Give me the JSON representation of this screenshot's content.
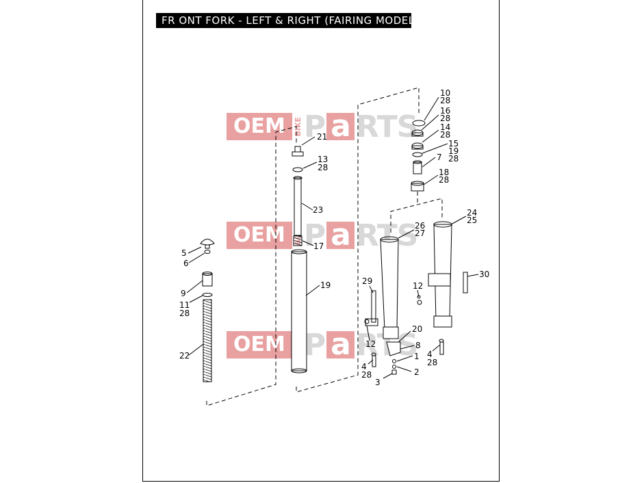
{
  "title": "FR ONT FORK - LEFT & RIGHT (FAIRING MODELS)",
  "watermark": {
    "oem": "OEM",
    "bike": "BIKE",
    "p": "P",
    "a": "a",
    "rts": "RTS"
  },
  "callouts": [
    {
      "id": "c21",
      "lines": [
        "21"
      ]
    },
    {
      "id": "c13",
      "lines": [
        "13",
        "28"
      ]
    },
    {
      "id": "c23",
      "lines": [
        "23"
      ]
    },
    {
      "id": "c17",
      "lines": [
        "17"
      ]
    },
    {
      "id": "c19",
      "lines": [
        "19"
      ]
    },
    {
      "id": "c5",
      "lines": [
        "5"
      ]
    },
    {
      "id": "c6",
      "lines": [
        "6"
      ]
    },
    {
      "id": "c9",
      "lines": [
        "9"
      ]
    },
    {
      "id": "c11",
      "lines": [
        "11",
        "28"
      ]
    },
    {
      "id": "c22",
      "lines": [
        "22"
      ]
    },
    {
      "id": "c10",
      "lines": [
        "10",
        "28"
      ]
    },
    {
      "id": "c16",
      "lines": [
        "16",
        "28"
      ]
    },
    {
      "id": "c14",
      "lines": [
        "14",
        "28"
      ]
    },
    {
      "id": "c15",
      "lines": [
        "15",
        "19",
        "28"
      ]
    },
    {
      "id": "c7",
      "lines": [
        "7"
      ]
    },
    {
      "id": "c18",
      "lines": [
        "18",
        "28"
      ]
    },
    {
      "id": "c24",
      "lines": [
        "24",
        "25"
      ]
    },
    {
      "id": "c26",
      "lines": [
        "26",
        "27"
      ]
    },
    {
      "id": "c29",
      "lines": [
        "29"
      ]
    },
    {
      "id": "c30",
      "lines": [
        "30"
      ]
    },
    {
      "id": "c12r",
      "lines": [
        "12"
      ]
    },
    {
      "id": "c20",
      "lines": [
        "20"
      ]
    },
    {
      "id": "c8",
      "lines": [
        "8"
      ]
    },
    {
      "id": "c12l",
      "lines": [
        "12"
      ]
    },
    {
      "id": "c1",
      "lines": [
        "1"
      ]
    },
    {
      "id": "c2",
      "lines": [
        "2"
      ]
    },
    {
      "id": "c3",
      "lines": [
        "3"
      ]
    },
    {
      "id": "c4l",
      "lines": [
        "4",
        "28"
      ]
    },
    {
      "id": "c4r",
      "lines": [
        "4",
        "28"
      ]
    }
  ]
}
